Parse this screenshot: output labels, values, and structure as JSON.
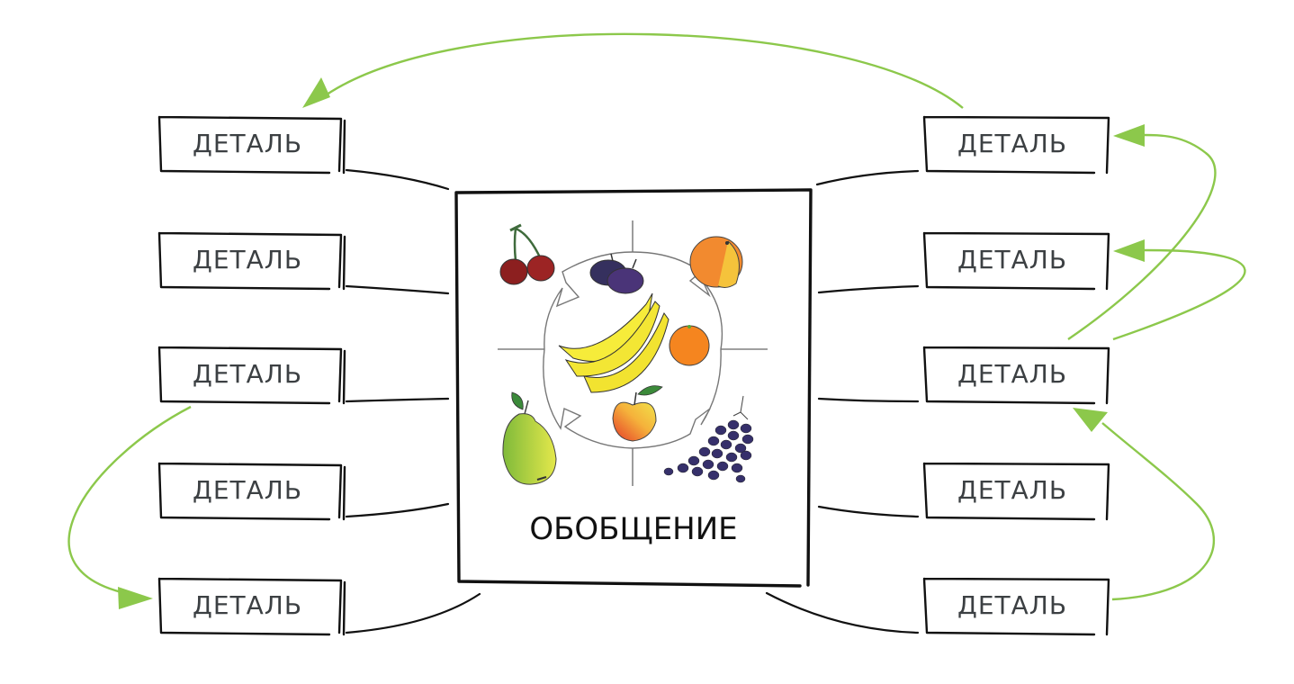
{
  "diagram": {
    "central": {
      "title": "ОБОБЩЕНИЕ",
      "illustration": "fruit-circle",
      "fruits": [
        "cherries",
        "apricot",
        "plums",
        "bananas",
        "orange",
        "apple",
        "pear",
        "grapes"
      ]
    },
    "details_left": [
      {
        "label": "ДЕТАЛЬ"
      },
      {
        "label": "ДЕТАЛЬ"
      },
      {
        "label": "ДЕТАЛЬ"
      },
      {
        "label": "ДЕТАЛЬ"
      },
      {
        "label": "ДЕТАЛЬ"
      }
    ],
    "details_right": [
      {
        "label": "ДЕТАЛЬ"
      },
      {
        "label": "ДЕТАЛЬ"
      },
      {
        "label": "ДЕТАЛЬ"
      },
      {
        "label": "ДЕТАЛЬ"
      },
      {
        "label": "ДЕТАЛЬ"
      }
    ],
    "arrows": [
      {
        "from": "right-1",
        "to": "left-1"
      },
      {
        "from": "left-3",
        "to": "left-5"
      },
      {
        "from": "right-3",
        "to": "right-1"
      },
      {
        "from": "right-3",
        "to": "right-2"
      },
      {
        "from": "right-5",
        "to": "right-3"
      }
    ],
    "colors": {
      "arrow": "#8cc84b",
      "stroke": "#111111",
      "label_text": "#3c4043",
      "label_fill_accent": "#fdf3d8"
    }
  }
}
